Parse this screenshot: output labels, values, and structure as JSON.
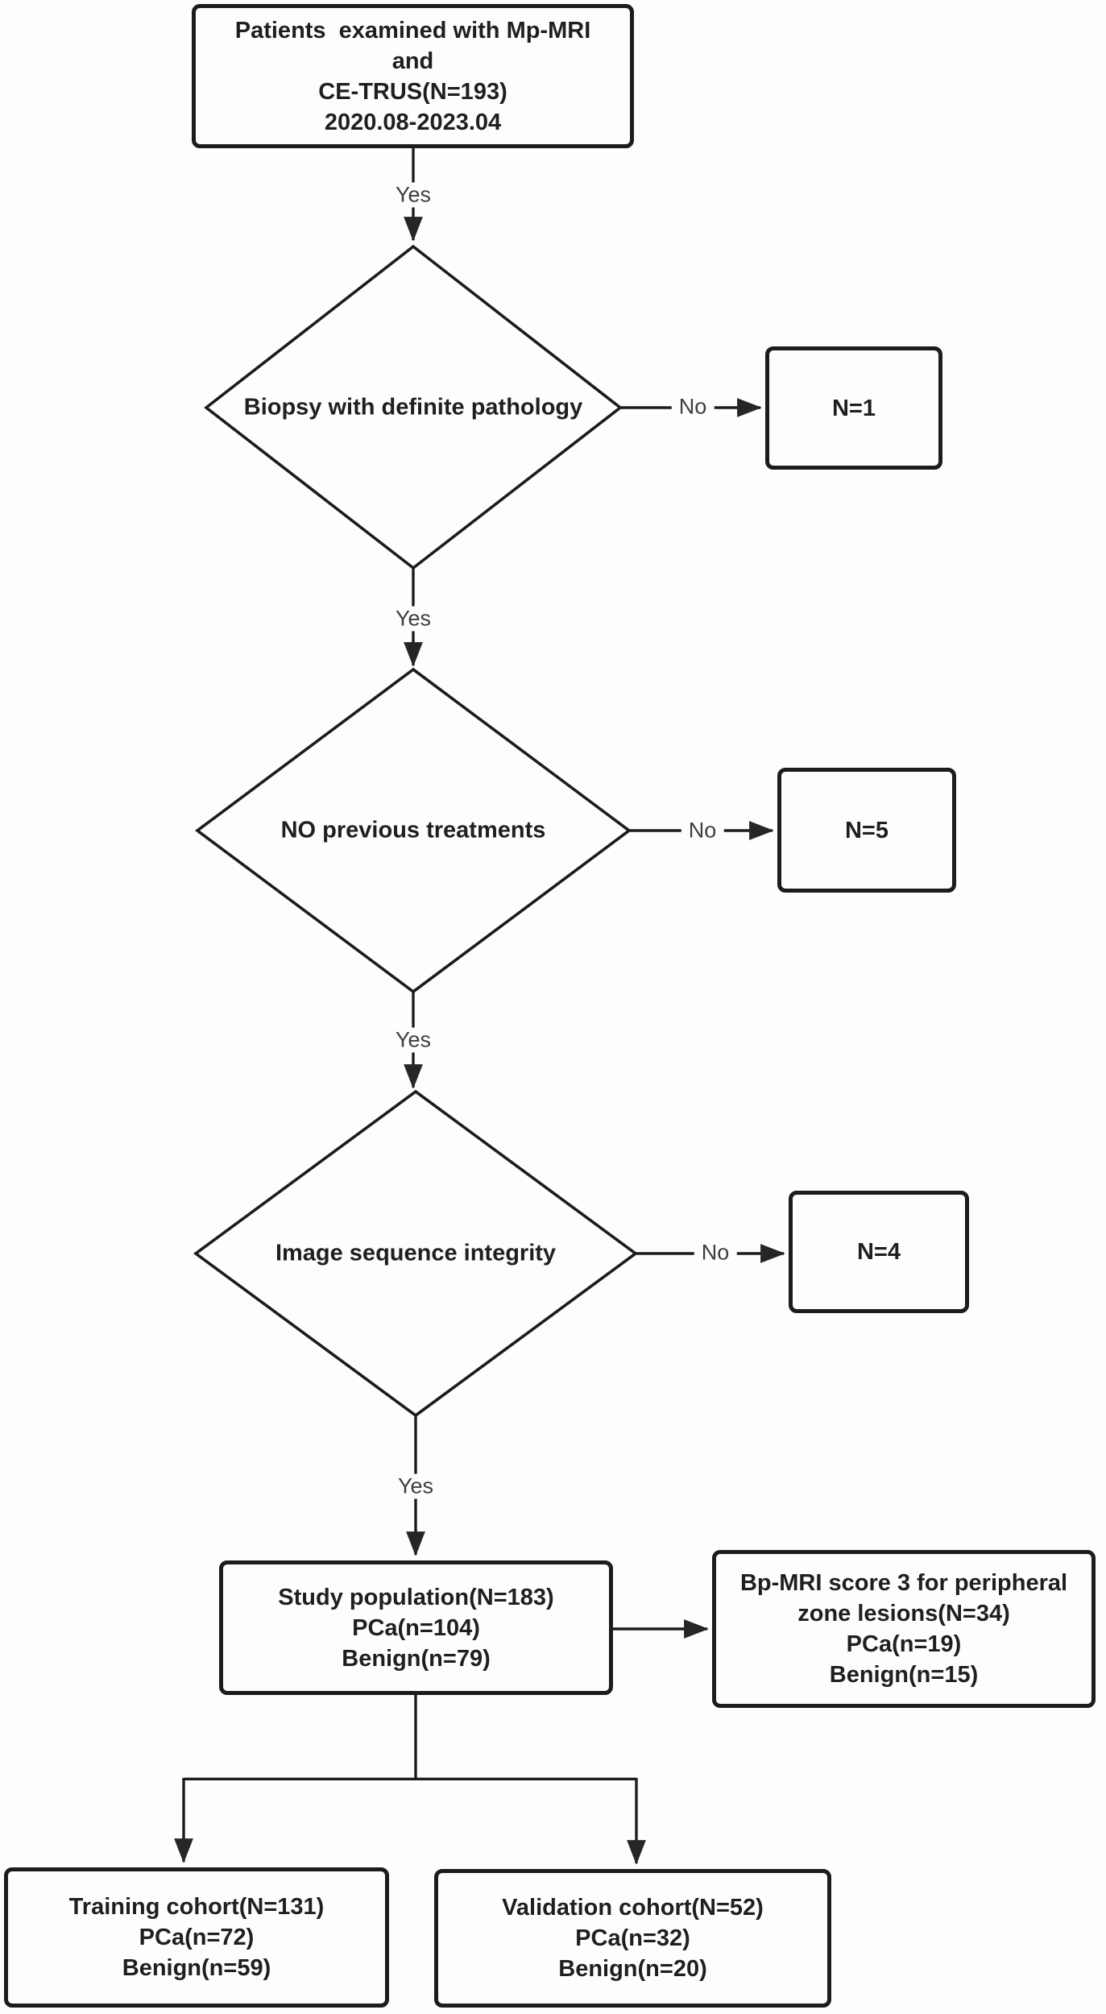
{
  "colors": {
    "background": "#fdfdfd",
    "line": "#1c1c1c",
    "arrow": "#262626",
    "node_text": "#1f1f1f",
    "edge_label_text": "#3e3e3e"
  },
  "nodes": {
    "start": {
      "lines": [
        "Patients  examined with Mp-MRI",
        "and",
        "CE-TRUS(N=193)",
        "2020.08-2023.04"
      ]
    },
    "decision1": {
      "label": "Biopsy with definite pathology"
    },
    "excluded1": {
      "label": "N=1"
    },
    "decision2": {
      "label": "NO previous treatments"
    },
    "excluded2": {
      "label": "N=5"
    },
    "decision3": {
      "label": "Image sequence integrity"
    },
    "excluded3": {
      "label": "N=4"
    },
    "study": {
      "lines": [
        "Study population(N=183)",
        "PCa(n=104)",
        "Benign(n=79)"
      ]
    },
    "bp_mri": {
      "lines": [
        "Bp-MRI score 3 for peripheral",
        "zone lesions(N=34)",
        "PCa(n=19)",
        "Benign(n=15)"
      ]
    },
    "training": {
      "lines": [
        "Training cohort(N=131)",
        "PCa(n=72)",
        "Benign(n=59)"
      ]
    },
    "validation": {
      "lines": [
        "Validation cohort(N=52)",
        "PCa(n=32)",
        "Benign(n=20)"
      ]
    }
  },
  "edges": {
    "yes_labels": [
      "Yes",
      "Yes",
      "Yes",
      "Yes"
    ],
    "no_labels": [
      "No",
      "No",
      "No"
    ]
  }
}
